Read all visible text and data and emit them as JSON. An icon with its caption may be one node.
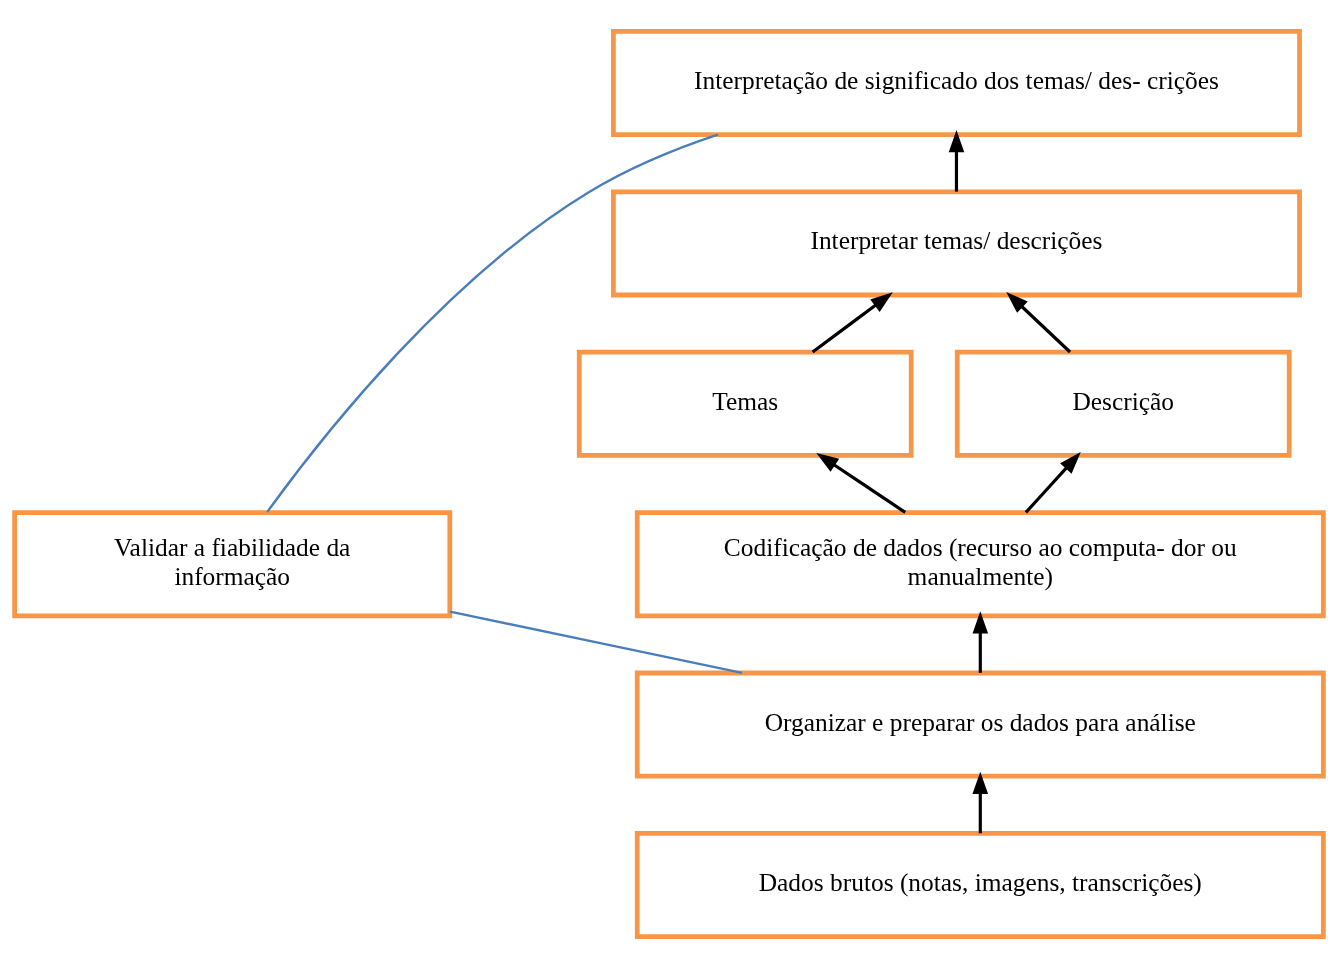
{
  "diagram": {
    "nodes": [
      {
        "text": [
          "Interpretação de significado dos temas/ des- crições"
        ]
      },
      {
        "text": [
          "Interpretar temas/ descrições"
        ]
      },
      {
        "text": [
          "Temas"
        ]
      },
      {
        "text": [
          "Descrição"
        ]
      },
      {
        "text": [
          "Validar a fiabilidade da informação"
        ]
      },
      {
        "text": [
          "Codificação de dados (recurso ao computa- dor ou manualmente)"
        ]
      },
      {
        "text": [
          "Organizar e preparar os dados para análise"
        ]
      },
      {
        "text": [
          "Dados brutos (notas, imagens, transcrições)"
        ]
      }
    ],
    "edges": [
      {
        "from": 7,
        "to": 6,
        "arrow": "to"
      },
      {
        "from": 6,
        "to": 5,
        "arrow": "to"
      },
      {
        "from": 5,
        "to": 2,
        "arrow": "to"
      },
      {
        "from": 5,
        "to": 3,
        "arrow": "to"
      },
      {
        "from": 2,
        "to": 1,
        "arrow": "to"
      },
      {
        "from": 3,
        "to": 1,
        "arrow": "to"
      },
      {
        "from": 1,
        "to": 0,
        "arrow": "to"
      },
      {
        "from": 4,
        "to": 0,
        "arrow": "none",
        "color": "#4a7ebb"
      },
      {
        "from": 4,
        "to": 6,
        "arrow": "none",
        "color": "#4a7ebb"
      }
    ]
  }
}
